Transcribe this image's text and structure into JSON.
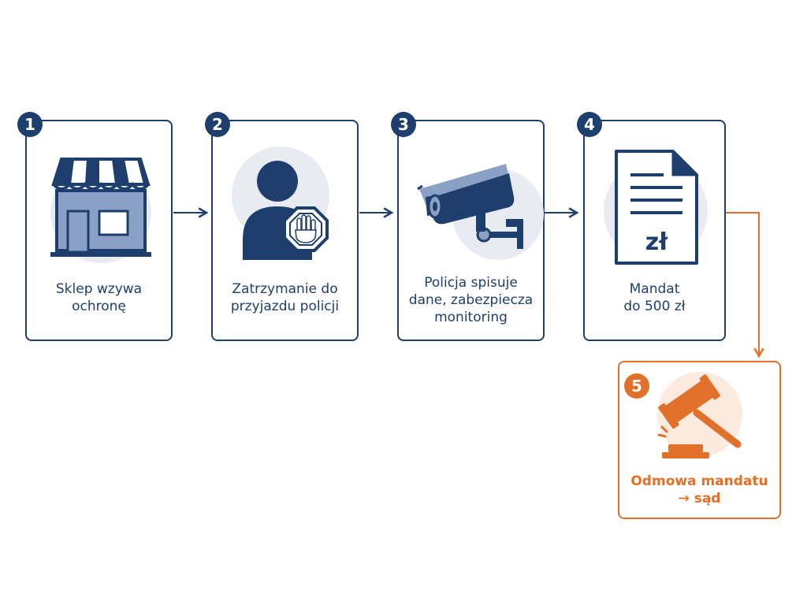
{
  "steps": [
    {
      "number": "1",
      "label": "Sklep wzywa\nochronę",
      "icon": "shop-icon"
    },
    {
      "number": "2",
      "label": "Zatrzymanie do\nprzyjazdu policji",
      "icon": "person-stop-icon"
    },
    {
      "number": "3",
      "label": "Policja spisuje\ndane, zabezpiecza\nmonitoring",
      "icon": "cctv-camera-icon"
    },
    {
      "number": "4",
      "label": "Mandat\ndo 500 zł",
      "icon": "document-zl-icon",
      "document_text": "zł"
    },
    {
      "number": "5",
      "label": "Odmowa mandatu\n→ sąd",
      "icon": "gavel-icon"
    }
  ],
  "colors": {
    "primary": "#1e3f6e",
    "accent": "#e0702a",
    "icon_light": "#8aa0c4",
    "circle_bg": "#e8ebf1",
    "accent_circle_bg": "#fbeadd"
  }
}
